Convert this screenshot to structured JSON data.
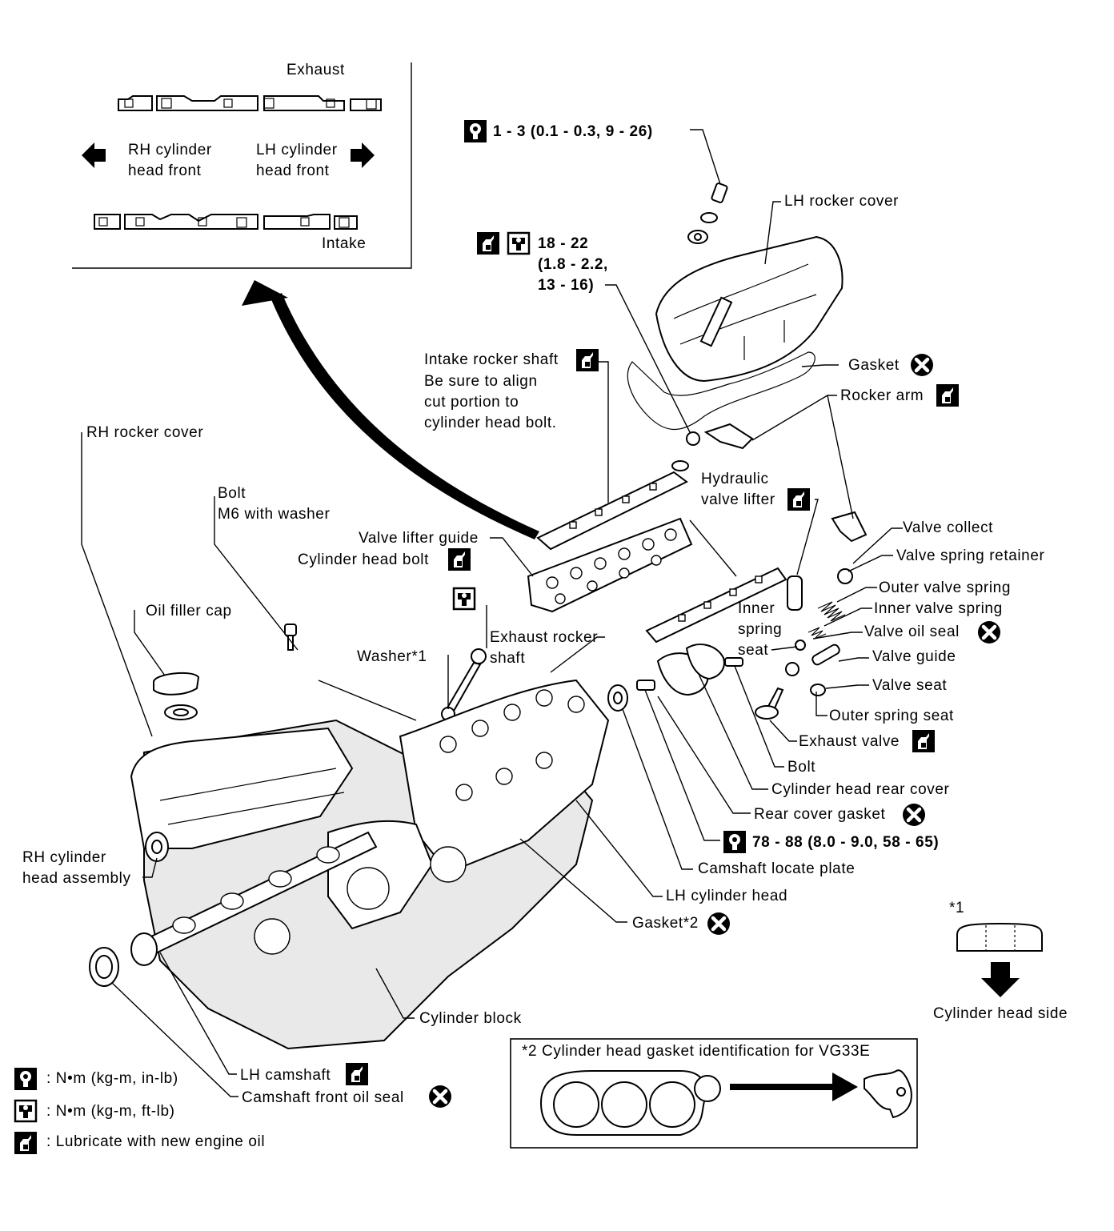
{
  "inset": {
    "exhaust": "Exhaust",
    "intake": "Intake",
    "rh_front_1": "RH cylinder",
    "rh_front_2": "head front",
    "lh_front_1": "LH cylinder",
    "lh_front_2": "head front"
  },
  "torque": {
    "cover_bolt": "1 - 3 (0.1 - 0.3, 9 - 26)",
    "head_bolt_1": "18 - 22",
    "head_bolt_2": "(1.8 - 2.2,",
    "head_bolt_3": "13 - 16)",
    "cam_sprocket": "78 - 88 (8.0 - 9.0, 58 - 65)"
  },
  "labels": {
    "lh_rocker_cover": "LH rocker cover",
    "gasket": "Gasket",
    "rocker_arm": "Rocker arm",
    "intake_rocker_shaft": "Intake rocker shaft",
    "align_1": "Be sure to align",
    "align_2": "cut portion to",
    "align_3": "cylinder head bolt.",
    "rh_rocker_cover": "RH rocker cover",
    "bolt": "Bolt",
    "bolt_m6": "M6 with washer",
    "hydraulic_1": "Hydraulic",
    "hydraulic_2": "valve lifter",
    "valve_collect": "Valve collect",
    "valve_lifter_guide": "Valve lifter guide",
    "valve_spring_retainer": "Valve spring retainer",
    "cylinder_head_bolt": "Cylinder head bolt",
    "outer_valve_spring": "Outer valve spring",
    "inner_valve_spring": "Inner valve spring",
    "inner_1": "Inner",
    "inner_2": "spring",
    "inner_3": "seat",
    "valve_oil_seal": "Valve oil seal",
    "oil_filler_cap": "Oil filler cap",
    "exhaust_rocker_1": "Exhaust rocker",
    "exhaust_rocker_2": "shaft",
    "washer": "Washer*1",
    "valve_guide": "Valve guide",
    "valve_seat": "Valve seat",
    "outer_spring_seat": "Outer spring seat",
    "exhaust_valve": "Exhaust valve",
    "bolt_rear": "Bolt",
    "rear_cover": "Cylinder head rear cover",
    "rear_cover_gasket": "Rear cover gasket",
    "rh_head_1": "RH cylinder",
    "rh_head_2": "head assembly",
    "camshaft_locate": "Camshaft locate plate",
    "lh_cylinder_head": "LH cylinder head",
    "gasket2": "Gasket*2",
    "star1": "*1",
    "cyl_head_side": "Cylinder head side",
    "cylinder_block": "Cylinder block",
    "lh_camshaft": "LH camshaft",
    "cam_front_seal": "Camshaft front oil seal",
    "vg33e": "*2 Cylinder head gasket identification for VG33E"
  },
  "legend": {
    "in_lb": ": N•m (kg-m, in-lb)",
    "ft_lb": ": N•m (kg-m, ft-lb)",
    "lube": ": Lubricate with new engine oil"
  }
}
